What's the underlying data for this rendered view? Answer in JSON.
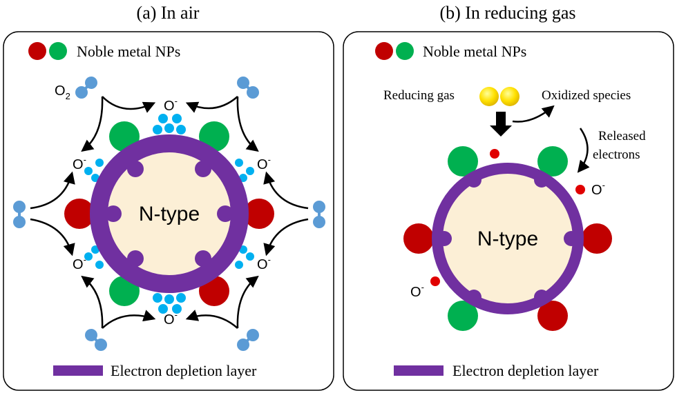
{
  "panel_a": {
    "title": "(a) In air",
    "legend_np": "Noble metal NPs",
    "core_label": "N-type",
    "o2_label": "O",
    "o2_sub": "2",
    "ion_label": "O",
    "ion_sup": "-",
    "legend_layer": "Electron depletion layer"
  },
  "panel_b": {
    "title": "(b) In reducing gas",
    "legend_np": "Noble metal NPs",
    "core_label": "N-type",
    "reducing_gas": "Reducing gas",
    "oxidized_species": "Oxidized species",
    "released_line1": "Released",
    "released_line2": "electrons",
    "ion_label": "O",
    "ion_sup": "-",
    "legend_layer": "Electron depletion layer"
  },
  "colors": {
    "depletion": "#7030a0",
    "core": "#fcefd6",
    "np_red": "#c00000",
    "np_green": "#00b050",
    "adsorbed_o": "#00b0f0",
    "o2_molecule": "#5b9bd5",
    "reducing_gas": "#ffe000",
    "ion_red": "#e00000"
  }
}
